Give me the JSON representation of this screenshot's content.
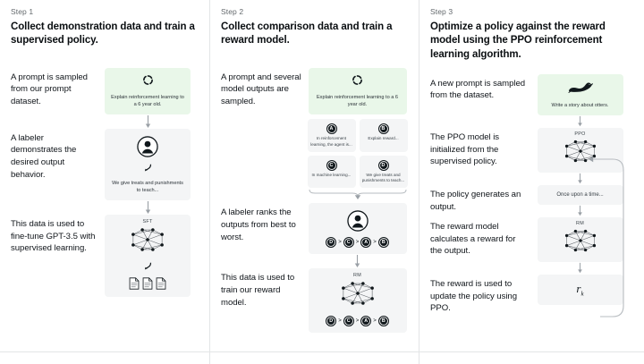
{
  "figure": {
    "title": "RLHF training pipeline (three steps)",
    "colors": {
      "prompt_box": "#e9f7e9",
      "model_box": "#f4f5f6",
      "divider": "#e3e5e6",
      "text": "#11181c",
      "muted": "#64696d"
    }
  },
  "columns": [
    {
      "step_label": "Step 1",
      "title": "Collect demonstration data and train a supervised policy.",
      "rows": [
        {
          "text": "A prompt is sampled from our prompt dataset.",
          "panel": {
            "kind": "prompt",
            "icon": "loop-dashed-circle-icon",
            "caption": "Explain reinforcement learning to a 6 year old."
          }
        },
        {
          "text": "A labeler demonstrates the desired output behavior.",
          "panel": {
            "kind": "labeler",
            "icon": "person-avatar-icon",
            "arrow_icon": "curved-down-arrow-icon",
            "caption": "We give treats and punishments to teach..."
          }
        },
        {
          "text": "This data is used to fine-tune GPT-3.5 with supervised learning.",
          "panel": {
            "kind": "model",
            "model_label": "SFT",
            "icon": "neural-network-icon",
            "arrow_icon": "curved-down-arrow-icon",
            "docs_icon": "documents-icon"
          }
        }
      ]
    },
    {
      "step_label": "Step 2",
      "title": "Collect comparison data and train a reward model.",
      "rows": [
        {
          "text": "A prompt and several model outputs are sampled.",
          "panel": {
            "kind": "prompt",
            "icon": "loop-dashed-circle-icon",
            "caption": "Explain reinforcement learning to a 6 year old."
          },
          "options": [
            {
              "letter": "A",
              "text": "In reinforcement learning, the agent is..."
            },
            {
              "letter": "B",
              "text": "Explain reward..."
            },
            {
              "letter": "C",
              "text": "In machine learning..."
            },
            {
              "letter": "D",
              "text": "We give treats and punishments to teach..."
            }
          ],
          "brace_icon": "merge-brace-icon"
        },
        {
          "text": "A labeler ranks the outputs from best to worst.",
          "panel": {
            "kind": "labeler-rank",
            "icon": "person-avatar-icon",
            "ranking": [
              "D",
              "C",
              "A",
              "B"
            ],
            "separator": ">"
          }
        },
        {
          "text": "This data is used to train our reward model.",
          "panel": {
            "kind": "model-rank",
            "model_label": "RM",
            "icon": "neural-network-icon",
            "ranking": [
              "D",
              "C",
              "A",
              "B"
            ],
            "separator": ">"
          }
        }
      ]
    },
    {
      "step_label": "Step 3",
      "title": "Optimize a policy against the reward model using the PPO reinforcement learning algorithm.",
      "rows": [
        {
          "text": "A new prompt is sampled from the dataset.",
          "panel": {
            "kind": "prompt",
            "icon": "otter-icon",
            "caption": "Write a story about otters."
          }
        },
        {
          "text": "The PPO model is initialized from the supervised policy.",
          "panel": {
            "kind": "model",
            "model_label": "PPO",
            "icon": "neural-network-icon"
          }
        },
        {
          "text": "The policy generates an output.",
          "panel": {
            "kind": "output",
            "caption": "Once upon a time..."
          }
        },
        {
          "text": "The reward model calculates a reward for the output.",
          "panel": {
            "kind": "model",
            "model_label": "RM",
            "icon": "neural-network-icon"
          }
        },
        {
          "text": "The reward is used to update the policy using PPO.",
          "panel": {
            "kind": "reward",
            "symbol": "r",
            "subscript": "k"
          }
        }
      ],
      "feedback_loop_icon": "feedback-loop-arrow-icon"
    }
  ]
}
